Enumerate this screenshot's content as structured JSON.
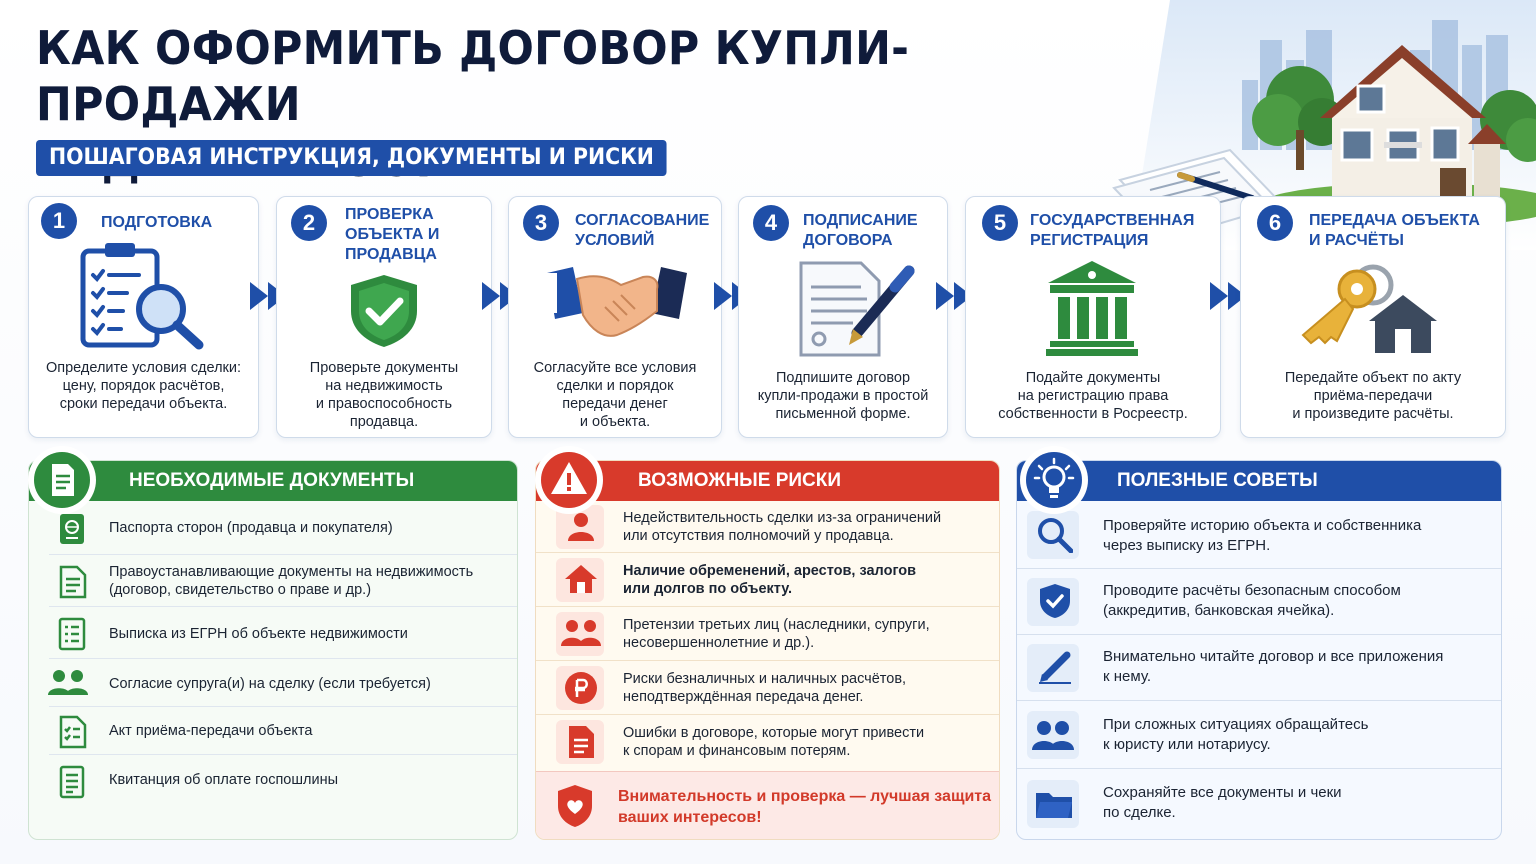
{
  "header": {
    "title_line1": "КАК ОФОРМИТЬ ДОГОВОР КУПЛИ-ПРОДАЖИ",
    "title_line2": "НЕДВИЖИМОСТИ",
    "subtitle": "ПОШАГОВАЯ ИНСТРУКЦИЯ, ДОКУМЕНТЫ И РИСКИ"
  },
  "colors": {
    "primary_blue": "#1f4fa8",
    "green": "#2e8b3e",
    "red": "#d83a2b",
    "orange": "#e8632b"
  },
  "steps": [
    {
      "num": "1",
      "title": [
        "ПОДГОТОВКА"
      ],
      "icon": "clipboard-magnifier-icon",
      "text": [
        "Определите условия сделки:",
        "цену, порядок расчётов,",
        "сроки передачи объекта."
      ]
    },
    {
      "num": "2",
      "title": [
        "ПРОВЕРКА",
        "ОБЪЕКТА И",
        "ПРОДАВЦА"
      ],
      "icon": "shield-check-icon",
      "text": [
        "Проверьте документы",
        "на недвижимость",
        "и правоспособность",
        "продавца."
      ]
    },
    {
      "num": "3",
      "title": [
        "СОГЛАСОВАНИЕ",
        "УСЛОВИЙ"
      ],
      "icon": "handshake-icon",
      "text": [
        "Согласуйте все условия",
        "сделки и порядок",
        "передачи денег",
        "и объекта."
      ]
    },
    {
      "num": "4",
      "title": [
        "ПОДПИСАНИЕ",
        "ДОГОВОРА"
      ],
      "icon": "document-pen-icon",
      "text": [
        "Подпишите договор",
        "купли-продажи в простой",
        "письменной форме."
      ]
    },
    {
      "num": "5",
      "title": [
        "ГОСУДАРСТВЕННАЯ",
        "РЕГИСТРАЦИЯ"
      ],
      "icon": "government-building-icon",
      "text": [
        "Подайте документы",
        "на регистрацию права",
        "собственности в Росреестр."
      ]
    },
    {
      "num": "6",
      "title": [
        "ПЕРЕДАЧА ОБЪЕКТА",
        "И РАСЧЁТЫ"
      ],
      "icon": "keys-house-icon",
      "text": [
        "Передайте объект по акту",
        "приёма-передачи",
        "и произведите расчёты."
      ]
    }
  ],
  "documents": {
    "title": "НЕОБХОДИМЫЕ ДОКУМЕНТЫ",
    "icon": "document-icon",
    "items": [
      {
        "icon": "passport-icon",
        "text": [
          "Паспорта сторон (продавца и покупателя)"
        ]
      },
      {
        "icon": "document-icon",
        "text": [
          "Правоустанавливающие документы на недвижимость",
          "(договор, свидетельство о праве и др.)"
        ]
      },
      {
        "icon": "list-document-icon",
        "text": [
          "Выписка из ЕГРН об объекте недвижимости"
        ]
      },
      {
        "icon": "people-icon",
        "text": [
          "Согласие супруга(и) на сделку (если требуется)"
        ]
      },
      {
        "icon": "checklist-icon",
        "text": [
          "Акт приёма-передачи объекта"
        ]
      },
      {
        "icon": "receipt-icon",
        "text": [
          "Квитанция об оплате госпошлины"
        ]
      }
    ]
  },
  "risks": {
    "title": "ВОЗМОЖНЫЕ РИСКИ",
    "icon": "warning-icon",
    "items": [
      {
        "icon": "person-icon",
        "text": [
          "Недействительность сделки из-за ограничений",
          "или отсутствия полномочий у продавца."
        ]
      },
      {
        "icon": "house-icon",
        "text": [
          "Наличие обременений, арестов, залогов",
          "или долгов по объекту."
        ]
      },
      {
        "icon": "people-icon",
        "text": [
          "Претензии третьих лиц (наследники, супруги,",
          "несовершеннолетние и др.)."
        ]
      },
      {
        "icon": "ruble-icon",
        "text": [
          "Риски безналичных и наличных расчётов,",
          "неподтверждённая передача денег."
        ]
      },
      {
        "icon": "document-icon",
        "text": [
          "Ошибки в договоре, которые могут привести",
          "к спорам и финансовым потерям."
        ]
      }
    ],
    "footer_icon": "shield-heart-icon",
    "footer": [
      "Внимательность и проверка — лучшая защита",
      "ваших интересов!"
    ]
  },
  "tips": {
    "title": "ПОЛЕЗНЫЕ СОВЕТЫ",
    "icon": "lightbulb-icon",
    "items": [
      {
        "icon": "search-icon",
        "text": [
          "Проверяйте историю объекта и собственника",
          "через выписку из ЕГРН."
        ]
      },
      {
        "icon": "shield-check-icon",
        "text": [
          "Проводите расчёты безопасным способом",
          "(аккредитив, банковская ячейка)."
        ]
      },
      {
        "icon": "pencil-icon",
        "text": [
          "Внимательно читайте договор и все приложения",
          "к нему."
        ]
      },
      {
        "icon": "people-icon",
        "text": [
          "При сложных ситуациях обращайтесь",
          "к юристу или нотариусу."
        ]
      },
      {
        "icon": "folder-icon",
        "text": [
          "Сохраняйте все документы и чеки",
          "по сделке."
        ]
      }
    ]
  }
}
